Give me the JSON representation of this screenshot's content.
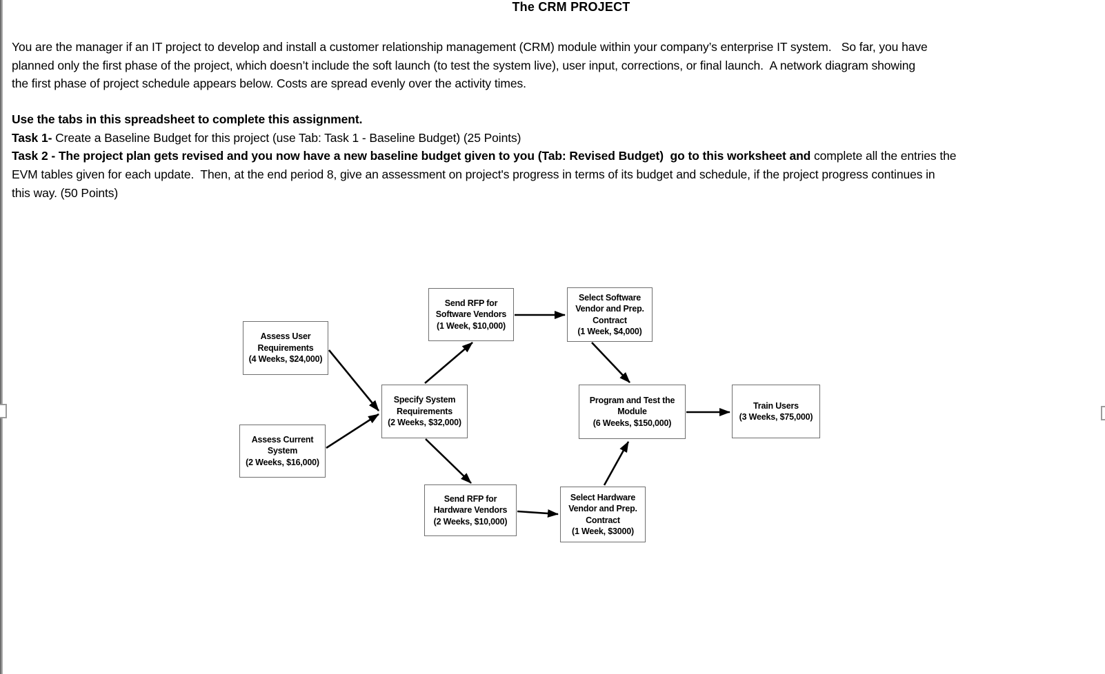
{
  "title": "The CRM PROJECT",
  "intro_lines": [
    "You are the manager if an IT project to develop and install a customer relationship management (CRM) module within your company’s enterprise IT system.   So far, you have",
    "planned only the first phase of the project, which doesn’t include the soft launch (to test the system live), user input, corrections, or final launch.  A network diagram showing",
    "the first phase of project schedule appears below. Costs are spread evenly over the activity times."
  ],
  "tasks": {
    "heading": "Use the tabs in this spreadsheet to complete this assignment.",
    "lines": [
      [
        {
          "t": "Task 1-",
          "b": true
        },
        {
          "t": " Create a Baseline Budget for this project (use Tab: Task 1 - Baseline Budget) (25 Points)",
          "b": false
        }
      ],
      [
        {
          "t": "Task 2 - The project plan gets revised and you now have a new baseline budget given to you (Tab: Revised Budget)  go to this worksheet and",
          "b": true
        },
        {
          "t": " complete all the entries the",
          "b": false
        }
      ],
      [
        {
          "t": "EVM tables given for each update.  Then, at the end period 8, give an assessment on project's progress in terms of its budget and schedule, if the project progress continues in",
          "b": false
        }
      ],
      [
        {
          "t": "this way. (50 Points)",
          "b": false
        }
      ]
    ]
  },
  "diagram": {
    "nodes": [
      {
        "id": "assess-user",
        "label": "Assess User\nRequirements\n(4 Weeks, $24,000)"
      },
      {
        "id": "assess-current",
        "label": "Assess Current\nSystem\n(2 Weeks, $16,000)"
      },
      {
        "id": "specify-system",
        "label": "Specify System\nRequirements\n(2 Weeks, $32,000)"
      },
      {
        "id": "rfp-software",
        "label": "Send RFP for\nSoftware Vendors\n(1 Week, $10,000)"
      },
      {
        "id": "select-software",
        "label": "Select Software\nVendor and Prep.\nContract\n(1 Week, $4,000)"
      },
      {
        "id": "program-test",
        "label": "Program and Test the\nModule\n(6 Weeks, $150,000)"
      },
      {
        "id": "train-users",
        "label": "Train Users\n(3 Weeks, $75,000)"
      },
      {
        "id": "rfp-hardware",
        "label": "Send RFP for\nHardware Vendors\n(2 Weeks, $10,000)"
      },
      {
        "id": "select-hardware",
        "label": "Select Hardware\nVendor and Prep.\nContract\n(1 Week, $3000)"
      }
    ],
    "edges": [
      {
        "from": "assess-user",
        "to": "specify-system"
      },
      {
        "from": "assess-current",
        "to": "specify-system"
      },
      {
        "from": "specify-system",
        "to": "rfp-software"
      },
      {
        "from": "specify-system",
        "to": "rfp-hardware"
      },
      {
        "from": "rfp-software",
        "to": "select-software"
      },
      {
        "from": "select-software",
        "to": "program-test"
      },
      {
        "from": "rfp-hardware",
        "to": "select-hardware"
      },
      {
        "from": "select-hardware",
        "to": "program-test"
      },
      {
        "from": "program-test",
        "to": "train-users"
      }
    ],
    "arrow_color": "#000000",
    "box_border_color": "#6e6e6e"
  }
}
